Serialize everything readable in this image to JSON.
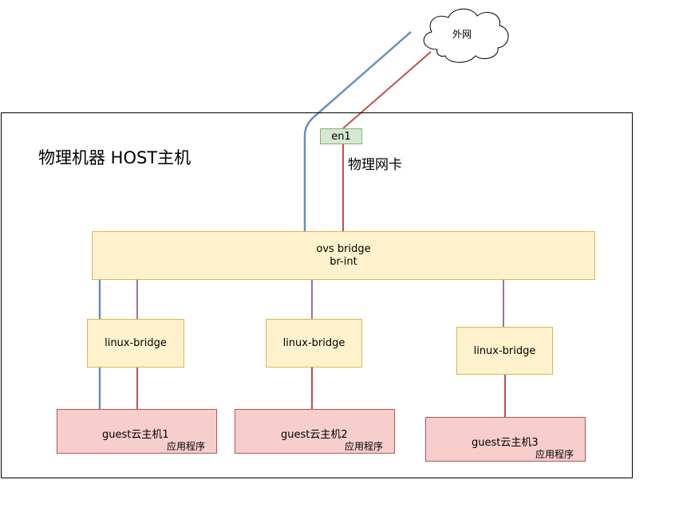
{
  "host": {
    "title": "物理机器 HOST主机"
  },
  "nic": {
    "port": "en1",
    "label": "物理网卡"
  },
  "cloud": {
    "label": "外网"
  },
  "ovs": {
    "line1": "ovs bridge",
    "line2": "br-int"
  },
  "linux_bridges": [
    "linux-bridge",
    "linux-bridge",
    "linux-bridge"
  ],
  "guests": [
    {
      "name": "guest云主机1",
      "app": "应用程序"
    },
    {
      "name": "guest云主机2",
      "app": "应用程序"
    },
    {
      "name": "guest云主机3",
      "app": "应用程序"
    }
  ],
  "colors": {
    "red_link": "#b85450",
    "purple_link": "#9673a6",
    "blue_flow": "#6c8ebf",
    "yellow_fill": "#fff2cc",
    "green_fill": "#d5e8d4",
    "red_fill": "#f8cecc"
  }
}
